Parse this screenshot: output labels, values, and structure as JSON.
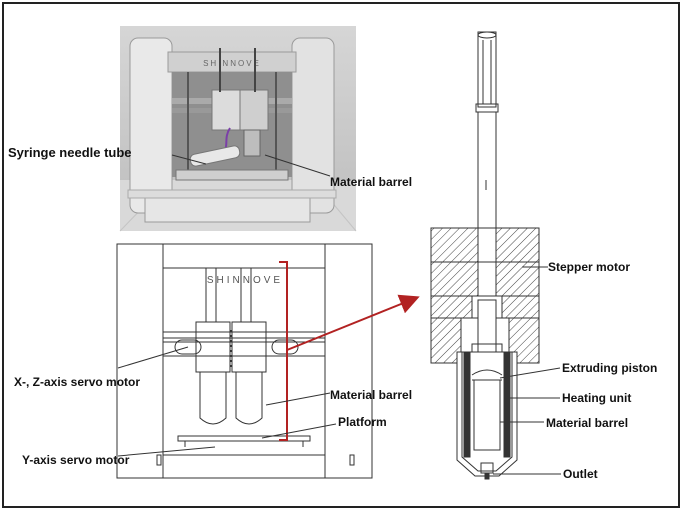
{
  "labels": {
    "syringe_needle_tube": "Syringe needle tube",
    "material_barrel_photo": "Material barrel",
    "stepper_motor": "Stepper motor",
    "xz_servo_motor": "X-, Z-axis servo motor",
    "material_barrel_front": "Material barrel",
    "platform": "Platform",
    "y_servo_motor": "Y-axis servo motor",
    "extruding_piston": "Extruding piston",
    "heating_unit": "Heating unit",
    "material_barrel_section": "Material barrel",
    "outlet": "Outlet"
  },
  "branding": {
    "photo_logo": "SHINNOVE",
    "drawing_logo": "SHINNOVE"
  },
  "colors": {
    "arrow": "#b22222",
    "line": "#333333",
    "photo_background": "#cfcfcf"
  }
}
